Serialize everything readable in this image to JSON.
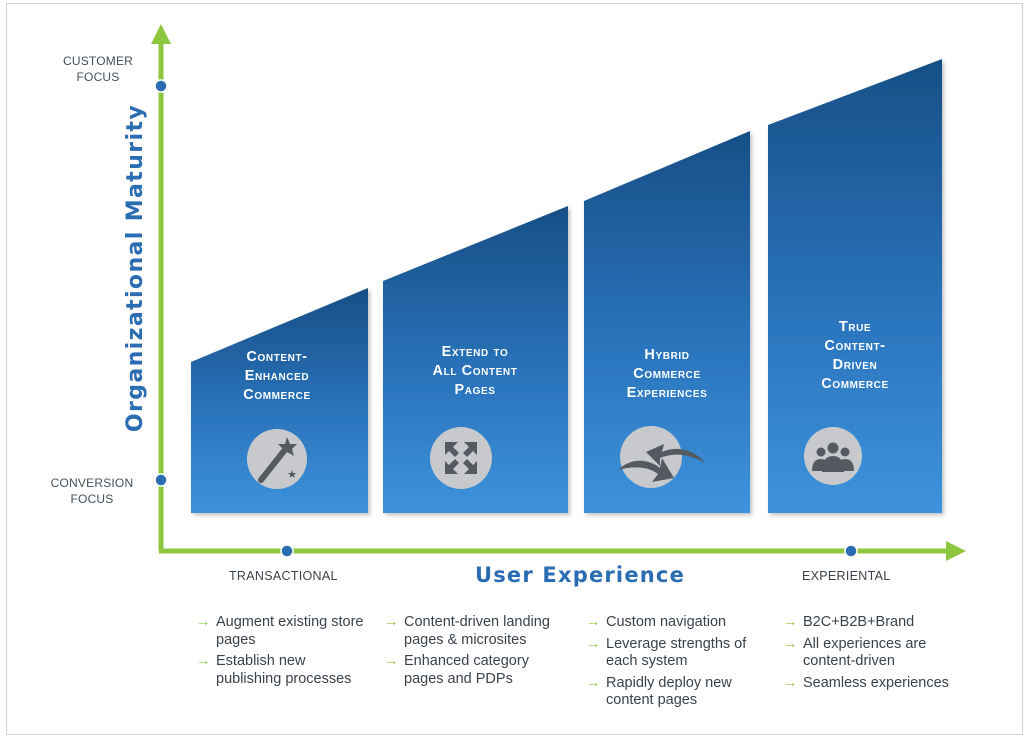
{
  "y_axis": {
    "title": "Organizational Maturity",
    "top_label": [
      "CUSTOMER",
      "FOCUS"
    ],
    "bottom_label": [
      "CONVERSION",
      "FOCUS"
    ]
  },
  "x_axis": {
    "title": "User Experience",
    "left_label": "TRANSACTIONAL",
    "right_label": "EXPERIENTAL"
  },
  "colors": {
    "axis_green": "#8dc63f",
    "axis_dot_blue": "#2a6db3",
    "block_top": "#1e5c95",
    "block_bottom": "#3a8fd6",
    "icon_circle": "#c7c9cc",
    "icon_glyph": "#555a60"
  },
  "stages": [
    {
      "title": [
        "Content-",
        "Enhanced",
        "Commerce"
      ],
      "icon": "magic-wand-icon",
      "bullets": [
        "Augment existing store pages",
        "Establish new publishing processes"
      ]
    },
    {
      "title": [
        "Extend to",
        "All Content",
        "Pages"
      ],
      "icon": "expand-arrows-icon",
      "bullets": [
        "Content-driven landing pages & microsites",
        "Enhanced category pages and PDPs"
      ]
    },
    {
      "title": [
        "Hybrid",
        "Commerce",
        "Experiences"
      ],
      "icon": "exchange-arrows-icon",
      "bullets": [
        "Custom navigation",
        "Leverage strengths of each system",
        "Rapidly deploy new content pages"
      ]
    },
    {
      "title": [
        "True",
        "Content-",
        "Driven",
        "Commerce"
      ],
      "icon": "group-people-icon",
      "bullets": [
        "B2C+B2B+Brand",
        "All experiences are content-driven",
        "Seamless experiences"
      ]
    }
  ]
}
